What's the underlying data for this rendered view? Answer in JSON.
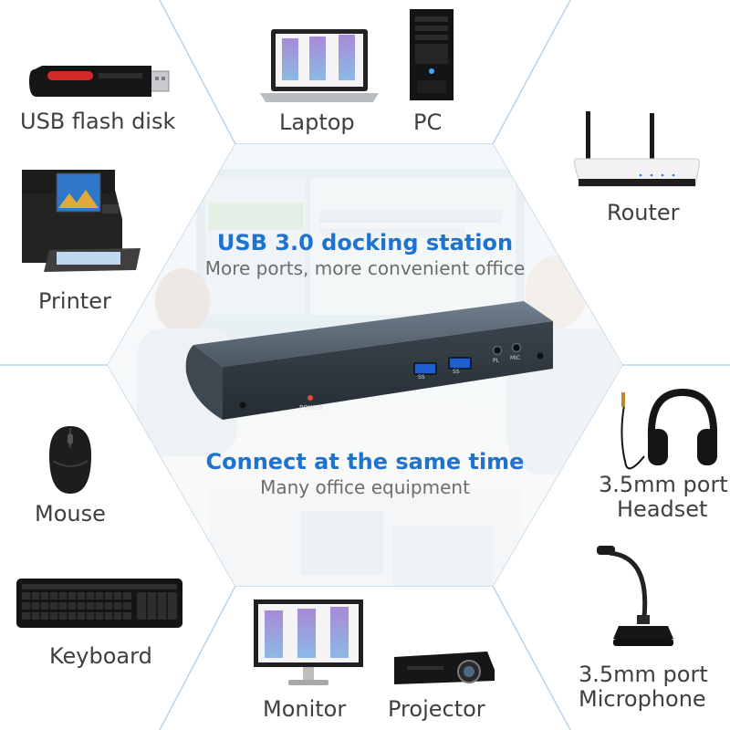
{
  "headline": {
    "title": "USB 3.0 docking station",
    "subtitle": "More ports, more convenient office",
    "connect_title": "Connect at the same time",
    "connect_subtitle": "Many office equipment"
  },
  "dock": {
    "power_label": "POWER",
    "port_labels": [
      "SS",
      "SS"
    ],
    "audio_labels": [
      "PL",
      "MIC"
    ]
  },
  "devices": {
    "usb_flash_disk": "USB flash disk",
    "laptop": "Laptop",
    "pc": "PC",
    "router": "Router",
    "printer": "Printer",
    "mouse": "Mouse",
    "headset": [
      "3.5mm port",
      "Headset"
    ],
    "keyboard": "Keyboard",
    "monitor": "Monitor",
    "projector": "Projector",
    "microphone": [
      "3.5mm port",
      "Microphone"
    ]
  },
  "colors": {
    "accent": "#1e73cf",
    "text": "#3f3f3f",
    "subtext": "#6d6d6d",
    "lines": "#b9d3ea"
  }
}
